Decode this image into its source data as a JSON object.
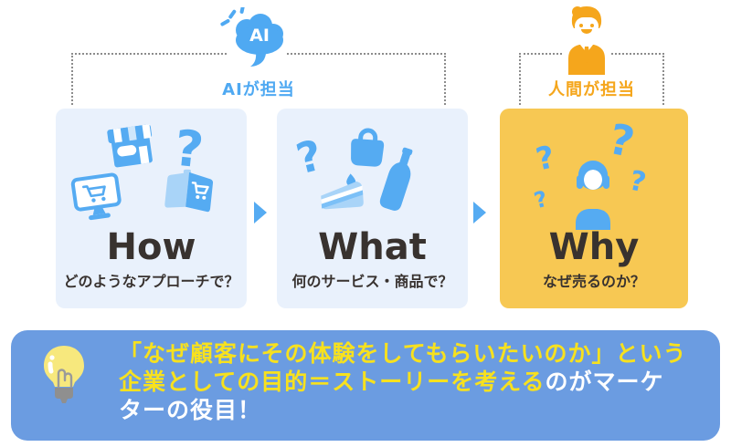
{
  "annotations": {
    "ai": {
      "badge": "AI",
      "caption": "AIが担当",
      "icon": "ai-brain-cloud-icon",
      "accent": "#4fa9f2"
    },
    "human": {
      "caption": "人間が担当",
      "icon": "businessman-icon",
      "accent": "#f5a61c"
    }
  },
  "steps": [
    {
      "title": "How",
      "subtitle": "どのようなアプローチで？",
      "bg": "#e9f1fc",
      "icons": [
        "storefront-icon",
        "question-mark-icon",
        "monitor-cart-icon",
        "open-book-cart-icon"
      ]
    },
    {
      "title": "What",
      "subtitle": "何のサービス・商品で？",
      "bg": "#e9f1fc",
      "icons": [
        "question-mark-icon",
        "handbag-icon",
        "cake-icon",
        "bottle-icon"
      ]
    },
    {
      "title": "Why",
      "subtitle": "なぜ売るのか？",
      "bg": "#f7c853",
      "icons": [
        "question-mark-icon",
        "question-mark-icon",
        "question-mark-icon",
        "question-mark-icon",
        "thinking-person-icon"
      ]
    }
  ],
  "glyphs": {
    "question_mark": "?"
  },
  "footer": {
    "icon": "lightbulb-icon",
    "line1": {
      "seg1": "「なぜ顧客にその体験をしてもらいたいのか」という"
    },
    "line2": {
      "seg1": "企業としての目的＝ストーリーを考える",
      "seg2": "のがマーケ"
    },
    "line3": {
      "seg1": "ターの役目！"
    }
  },
  "colors": {
    "step_bg_blue": "#e9f1fc",
    "step_bg_yellow": "#f7c853",
    "icon_blue": "#55abf2",
    "icon_light_blue": "#a9d4f8",
    "ai_accent": "#4fa9f2",
    "human_accent": "#f5a61c",
    "banner_bg": "#6b9ce1",
    "banner_highlight_text": "#f7e11e",
    "banner_normal_text": "#ffffff",
    "title_text": "#38322f",
    "dotted_line": "#8c8c8c"
  }
}
